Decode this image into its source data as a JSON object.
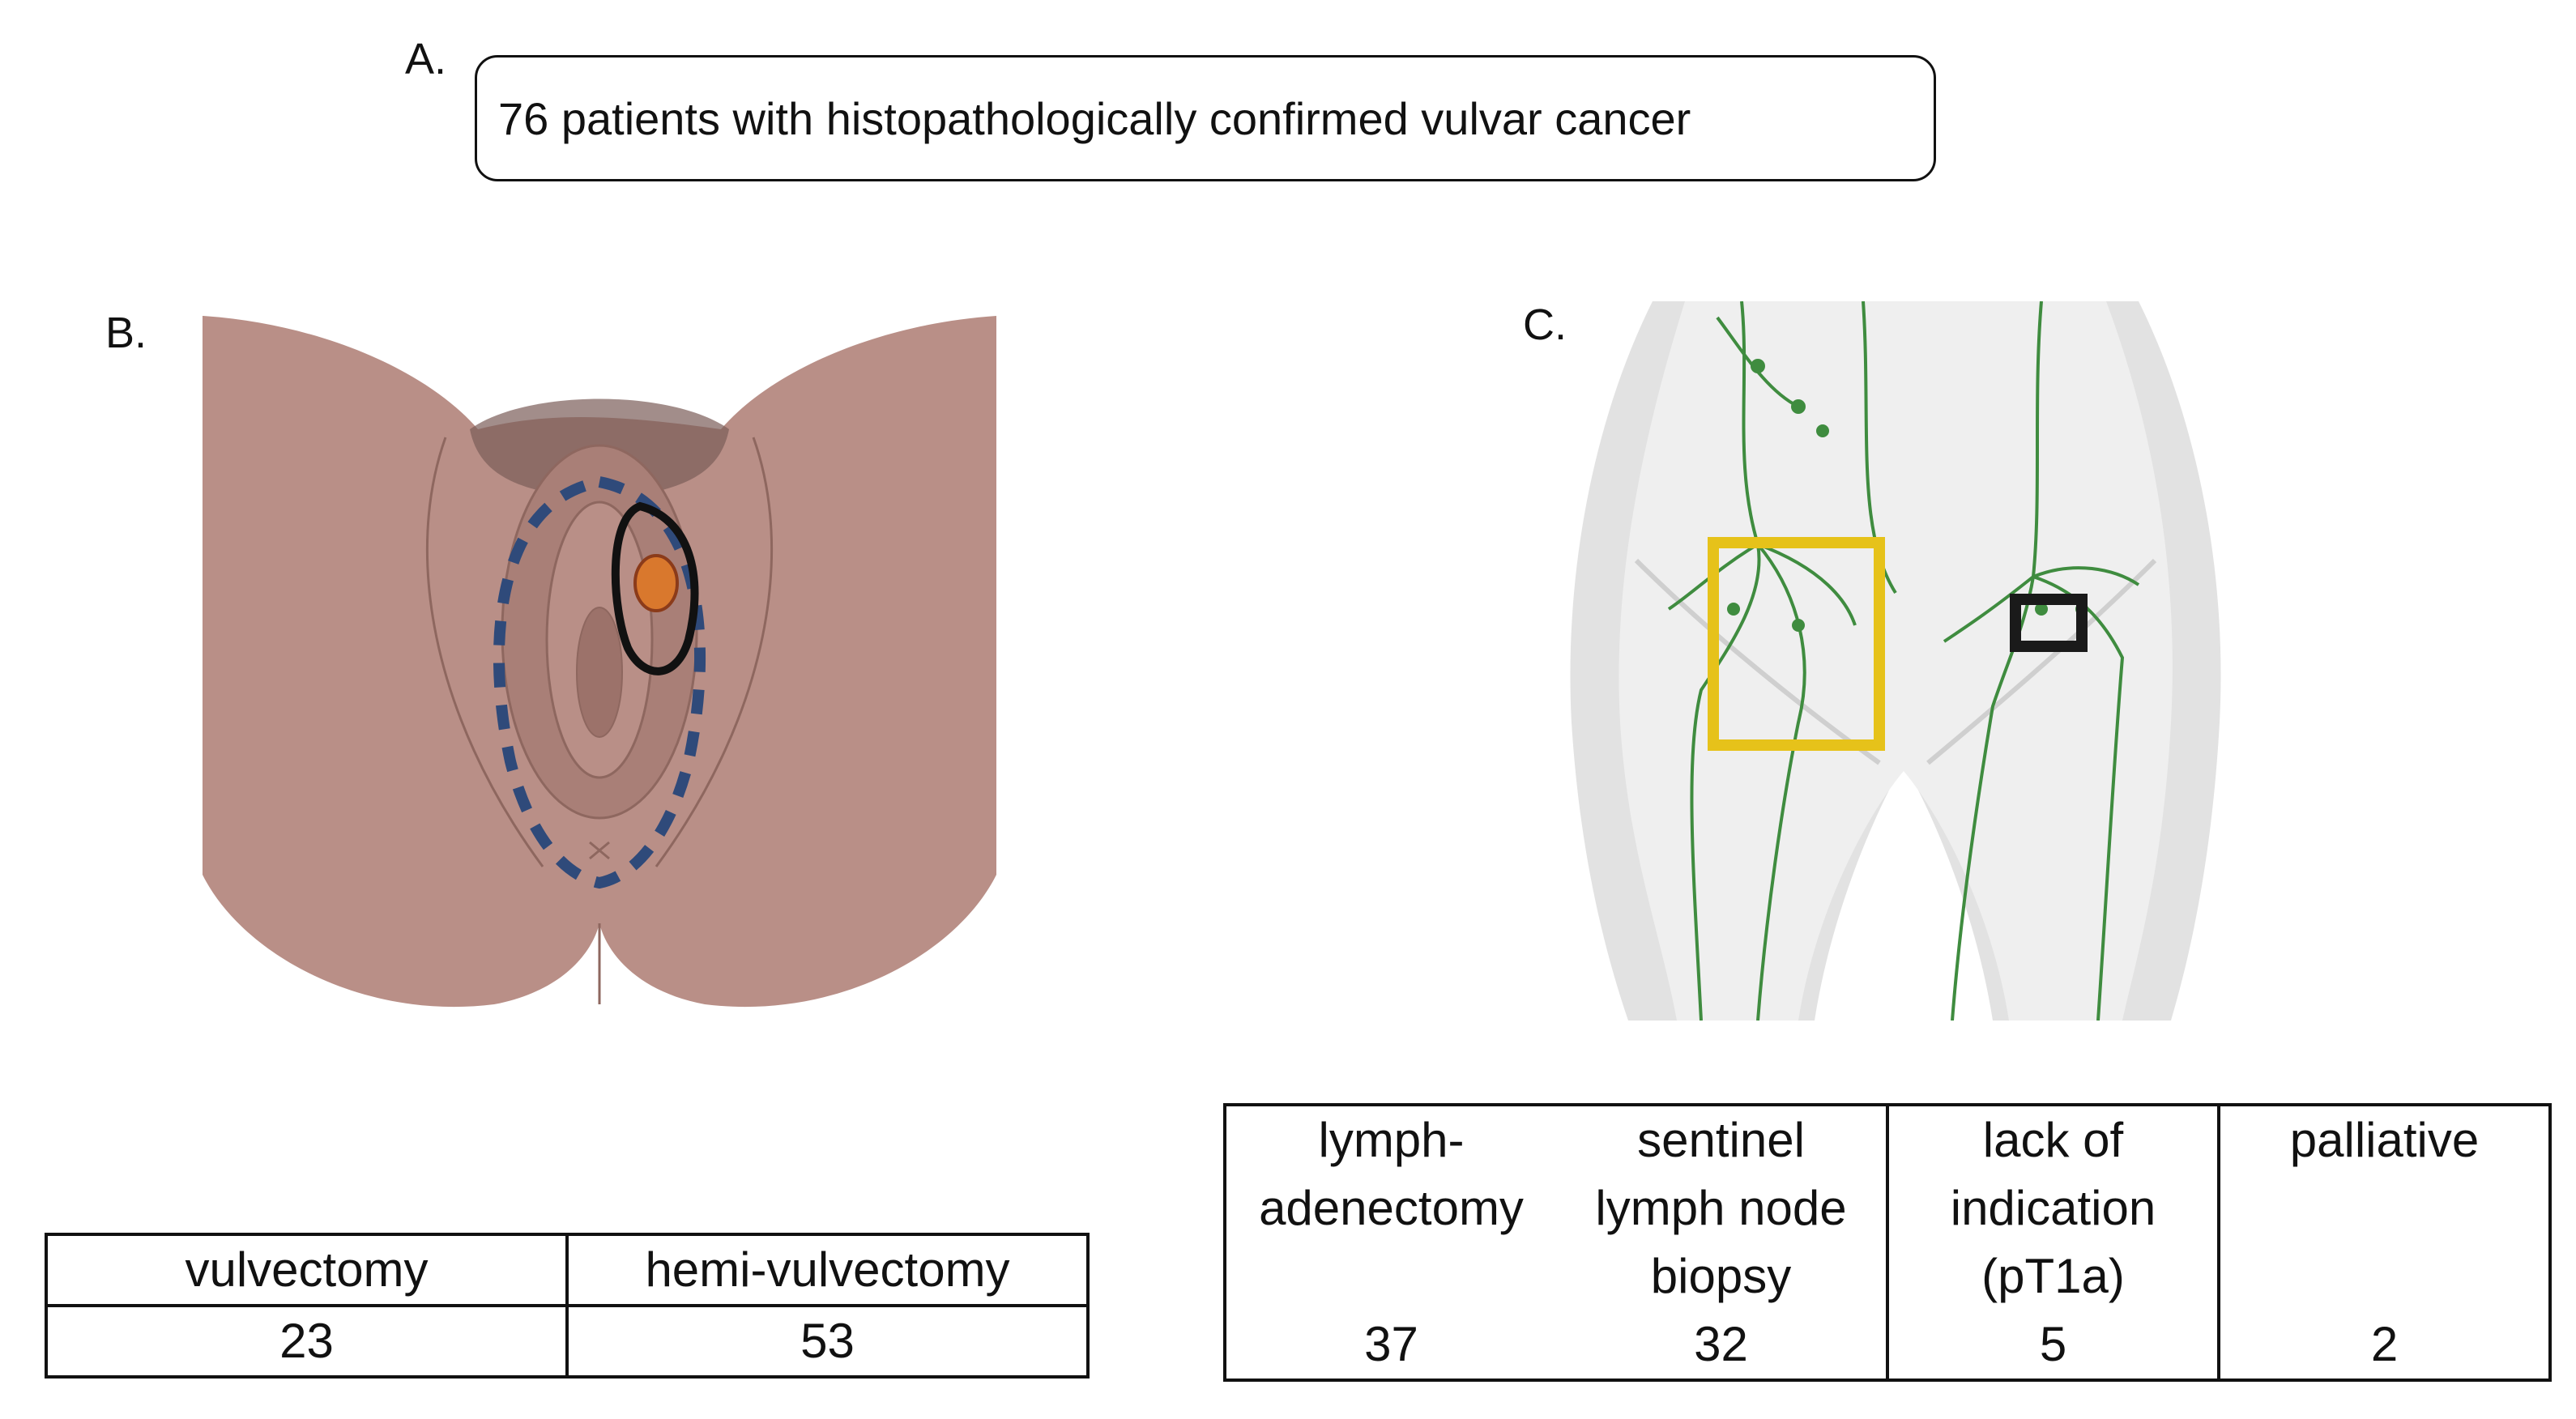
{
  "panel_a": {
    "letter": "A.",
    "cohort_text": "76 patients with histopathologically confirmed vulvar cancer"
  },
  "panel_b": {
    "letter": "B.",
    "table": {
      "headers": [
        "vulvectomy",
        "hemi-vulvectomy"
      ],
      "values": [
        "23",
        "53"
      ]
    }
  },
  "panel_c": {
    "letter": "C.",
    "table": {
      "columns": [
        {
          "header_lines": [
            "lymph-",
            "adenectomy",
            ""
          ],
          "value": "37"
        },
        {
          "header_lines": [
            "sentinel",
            "lymph node",
            "biopsy"
          ],
          "value": "32"
        },
        {
          "header_lines": [
            "lack of",
            "indication",
            "(pT1a)"
          ],
          "value": "5"
        },
        {
          "header_lines": [
            "palliative",
            "",
            ""
          ],
          "value": "2"
        }
      ]
    }
  },
  "colors": {
    "skin": "#b98f87",
    "skin_dark": "#8e675f",
    "dashed_outline": "#2f4a7a",
    "tumor": "#d9782d",
    "lymph": "#3f8c3f",
    "highlight_box": "#e6c21a",
    "sentinel_box": "#1a1a1a",
    "body_silhouette": "#e2e2e2"
  }
}
